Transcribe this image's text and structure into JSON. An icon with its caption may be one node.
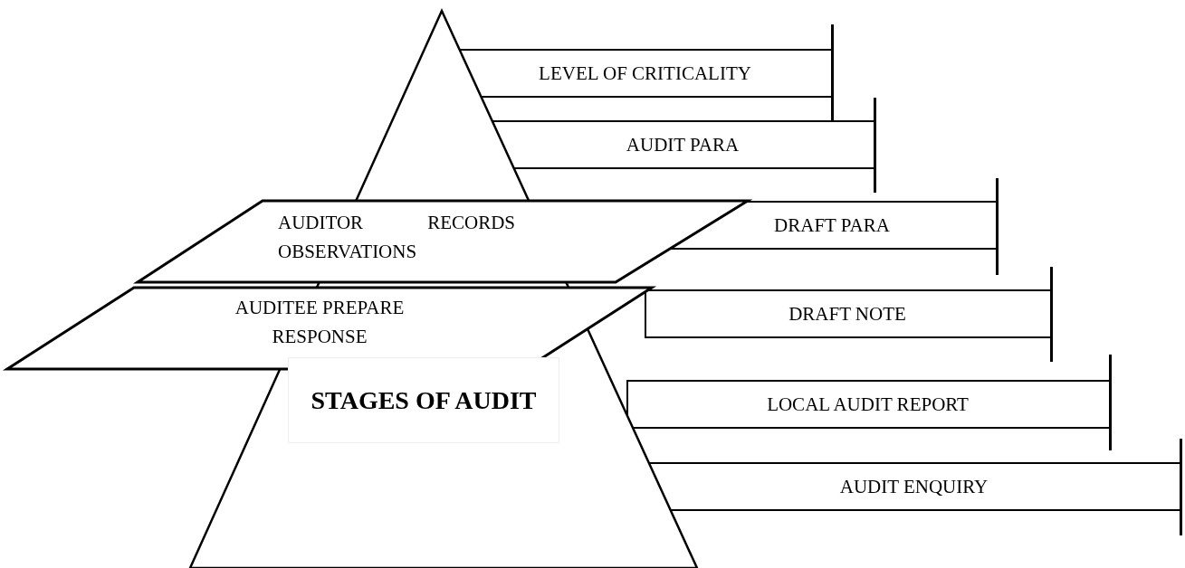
{
  "diagram": {
    "nodes": [
      {
        "text": [
          "LEVEL OF CRITICALITY"
        ]
      },
      {
        "text": [
          "AUDIT PARA"
        ]
      },
      {
        "text": [
          "AUDITOR RECORDS OBSERVATIONS"
        ]
      },
      {
        "text": [
          "DRAFT PARA"
        ]
      },
      {
        "text": [
          "AUDITEE PREPARE RESPONSE"
        ]
      },
      {
        "text": [
          "DRAFT NOTE"
        ]
      },
      {
        "text": [
          "STAGES OF AUDIT"
        ]
      },
      {
        "text": [
          "LOCAL AUDIT REPORT"
        ]
      },
      {
        "text": [
          "AUDIT ENQUIRY"
        ]
      }
    ]
  }
}
